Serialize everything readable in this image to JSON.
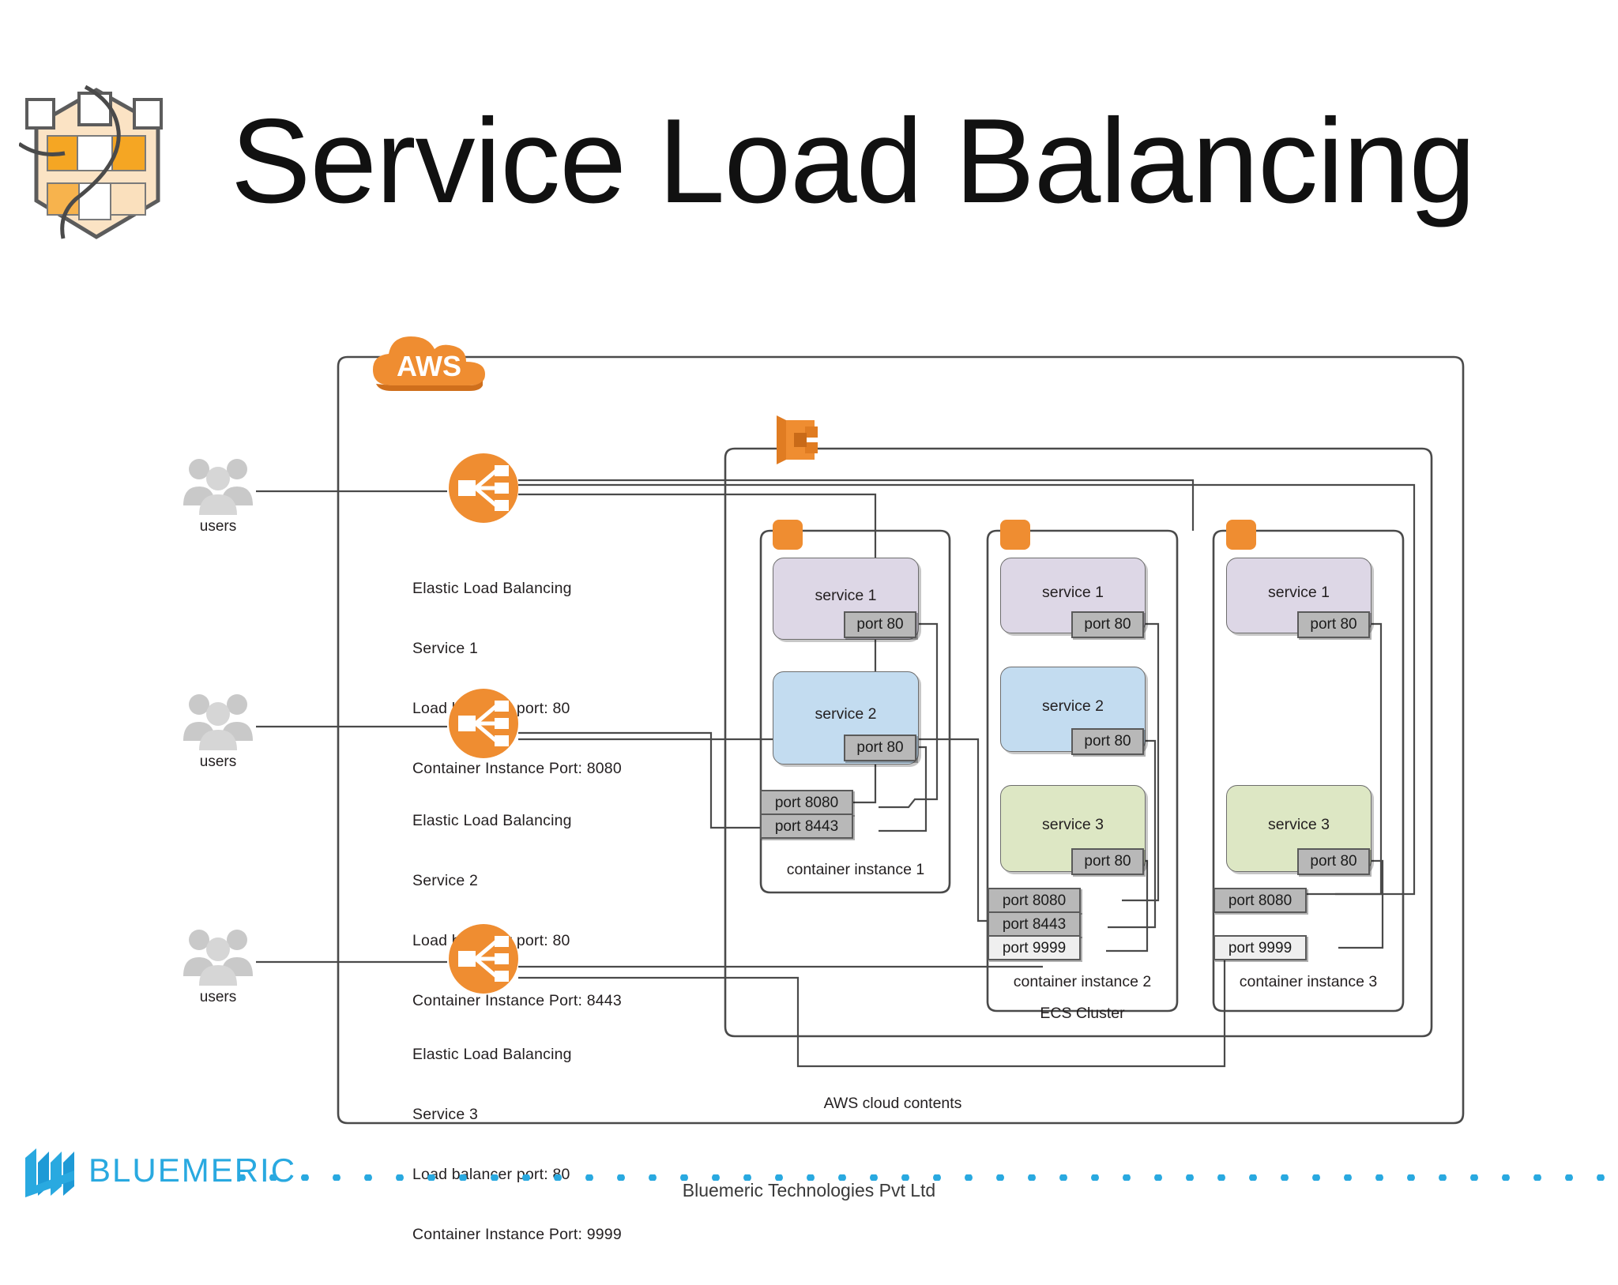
{
  "slide": {
    "title": "Service Load Balancing",
    "logo_icon": "aws-architecture-hex-icon"
  },
  "diagram": {
    "cloud_badge": "AWS",
    "cloud_contents_label": "AWS cloud contents",
    "cluster_label": "ECS Cluster",
    "cluster_icon": "ecs-cluster-icon",
    "users": [
      {
        "label": "users",
        "icon": "users-icon"
      },
      {
        "label": "users",
        "icon": "users-icon"
      },
      {
        "label": "users",
        "icon": "users-icon"
      }
    ],
    "load_balancers": [
      {
        "icon": "elastic-load-balancing-icon",
        "title": "Elastic Load Balancing",
        "service": "Service 1",
        "lb_port": "Load balancer port: 80",
        "instance_port": "Container Instance Port: 8080"
      },
      {
        "icon": "elastic-load-balancing-icon",
        "title": "Elastic Load Balancing",
        "service": "Service 2",
        "lb_port": "Load balancer port: 80",
        "instance_port": "Container Instance Port: 8443"
      },
      {
        "icon": "elastic-load-balancing-icon",
        "title": "Elastic Load Balancing",
        "service": "Service 3",
        "lb_port": "Load balancer port: 80",
        "instance_port": "Container Instance Port: 9999"
      }
    ],
    "container_instances": [
      {
        "label": "container instance 1",
        "services": [
          {
            "name": "service 1",
            "port": "port 80",
            "color": "#ddd7e6"
          },
          {
            "name": "service 2",
            "port": "port 80",
            "color": "#c3dcf0"
          }
        ],
        "host_ports": [
          {
            "label": "port 8080",
            "style": "dark"
          },
          {
            "label": "port 8443",
            "style": "dark"
          }
        ]
      },
      {
        "label": "container instance 2",
        "services": [
          {
            "name": "service 1",
            "port": "port 80",
            "color": "#ddd7e6"
          },
          {
            "name": "service 2",
            "port": "port 80",
            "color": "#c3dcf0"
          },
          {
            "name": "service 3",
            "port": "port 80",
            "color": "#dde7c4"
          }
        ],
        "host_ports": [
          {
            "label": "port 8080",
            "style": "dark"
          },
          {
            "label": "port 8443",
            "style": "dark"
          },
          {
            "label": "port 9999",
            "style": "light"
          }
        ]
      },
      {
        "label": "container instance 3",
        "services": [
          {
            "name": "service 1",
            "port": "port 80",
            "color": "#ddd7e6"
          },
          {
            "name": "service 3",
            "port": "port 80",
            "color": "#dde7c4"
          }
        ],
        "host_ports": [
          {
            "label": "port 8080",
            "style": "dark"
          },
          {
            "label": "port 9999",
            "style": "light"
          }
        ]
      }
    ]
  },
  "footer": {
    "brand": "BLUEMERIC",
    "note": "Bluemeric Technologies Pvt Ltd"
  },
  "colors": {
    "aws_orange": "#ef8d31",
    "brand_blue": "#29a9e0",
    "line": "#4a4a4a",
    "service1": "#ddd7e6",
    "service2": "#c3dcf0",
    "service3": "#dde7c4",
    "chip_dark": "#b8b8b8",
    "chip_light": "#efefef"
  }
}
